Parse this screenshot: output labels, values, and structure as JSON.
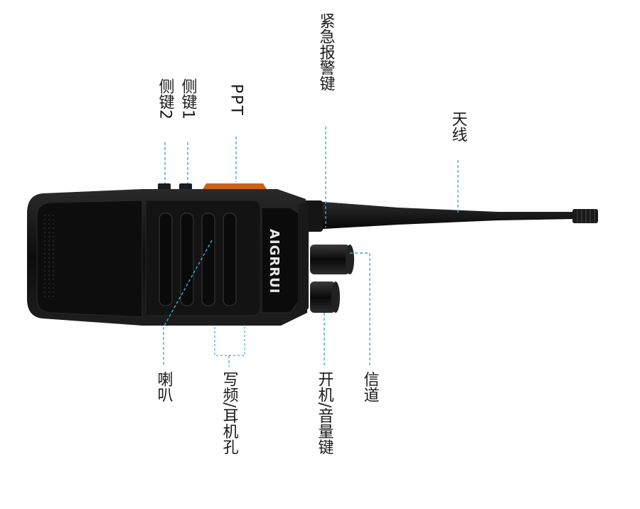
{
  "device": {
    "brand_logo": "AIGRRUI"
  },
  "labels": {
    "emergency": "紧急报警键",
    "side_key_1": "侧键1",
    "side_key_2": "侧键2",
    "ppt": "PPT",
    "antenna": "天线",
    "speaker": "喇叭",
    "program_port": "写频/耳机孔",
    "power_volume": "开机/音量键",
    "channel": "信道"
  },
  "colors": {
    "leader": "#3fa9e0",
    "ptt_accent": "#c8641a",
    "body": "#111111"
  }
}
